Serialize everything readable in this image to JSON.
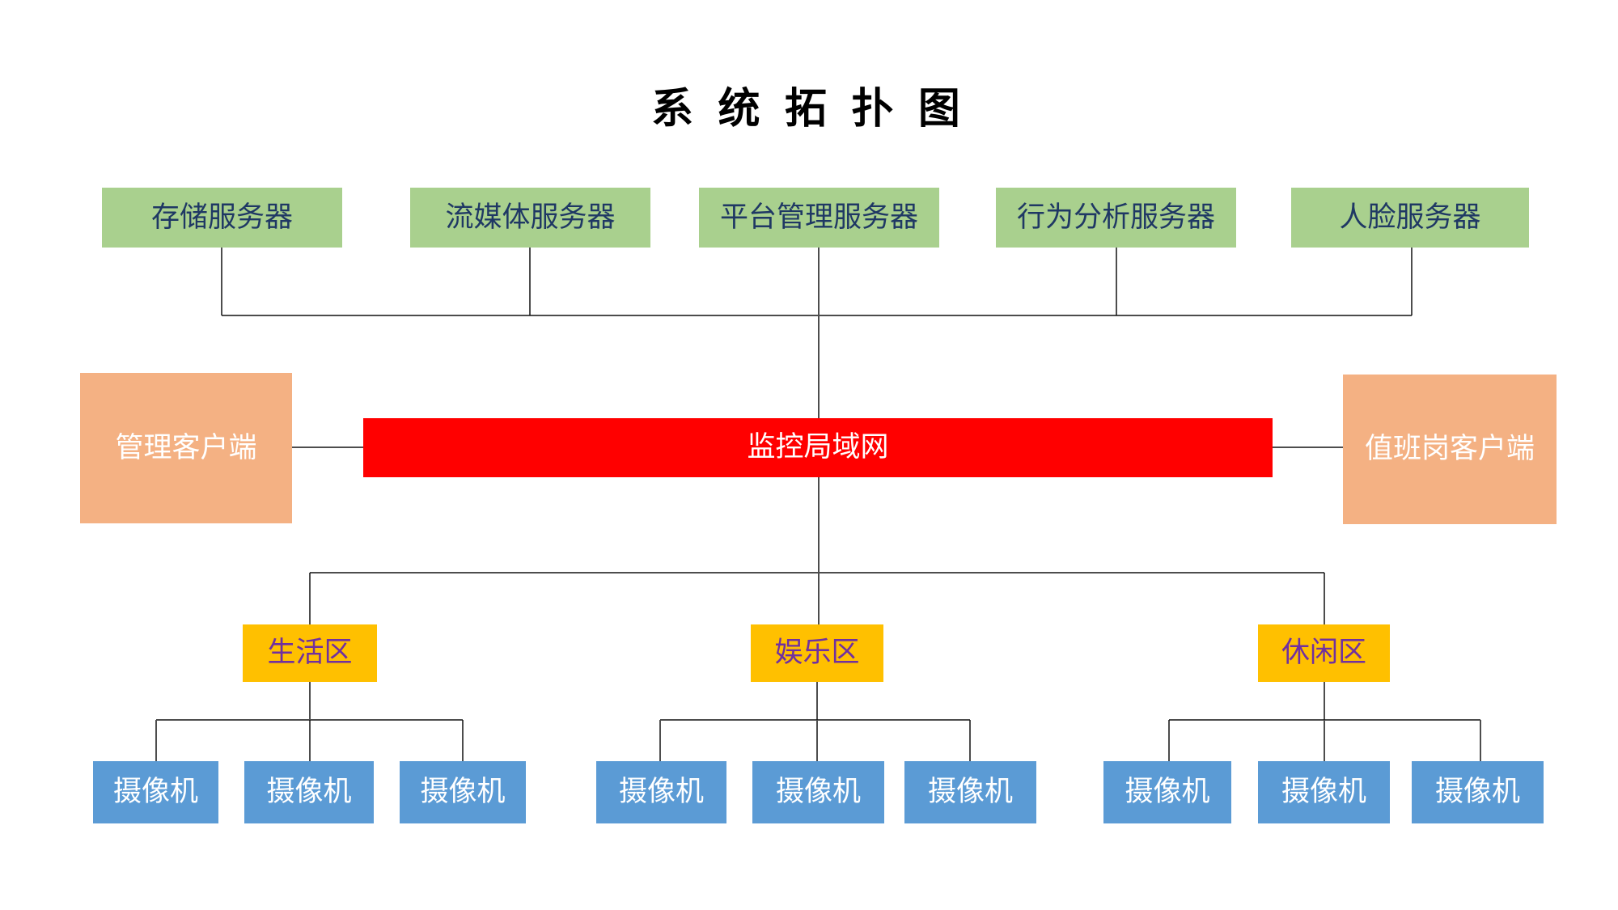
{
  "title": "系 统 拓 扑 图",
  "colors": {
    "server_fill": "#A9D08E",
    "server_text": "#1F3864",
    "client_fill": "#F4B183",
    "client_text": "#FFFFFF",
    "network_fill": "#FF0000",
    "network_text": "#FFFFFF",
    "zone_fill": "#FFC000",
    "zone_text": "#7030A0",
    "camera_fill": "#5B9BD5",
    "camera_text": "#FFFFFF",
    "line_gray": "#4D4D4D",
    "line_black": "#111111"
  },
  "servers": {
    "items": [
      {
        "label": "存储服务器"
      },
      {
        "label": "流媒体服务器"
      },
      {
        "label": "平台管理服务器"
      },
      {
        "label": "行为分析服务器"
      },
      {
        "label": "人脸服务器"
      }
    ]
  },
  "network": {
    "label": "监控局域网"
  },
  "clients": {
    "left": {
      "label": "管理客户端"
    },
    "right": {
      "label": "值班岗客户端"
    }
  },
  "zones": {
    "items": [
      {
        "label": "生活区"
      },
      {
        "label": "娱乐区"
      },
      {
        "label": "休闲区"
      }
    ]
  },
  "cameras": {
    "label": "摄像机",
    "per_zone": 3,
    "total": 9
  }
}
